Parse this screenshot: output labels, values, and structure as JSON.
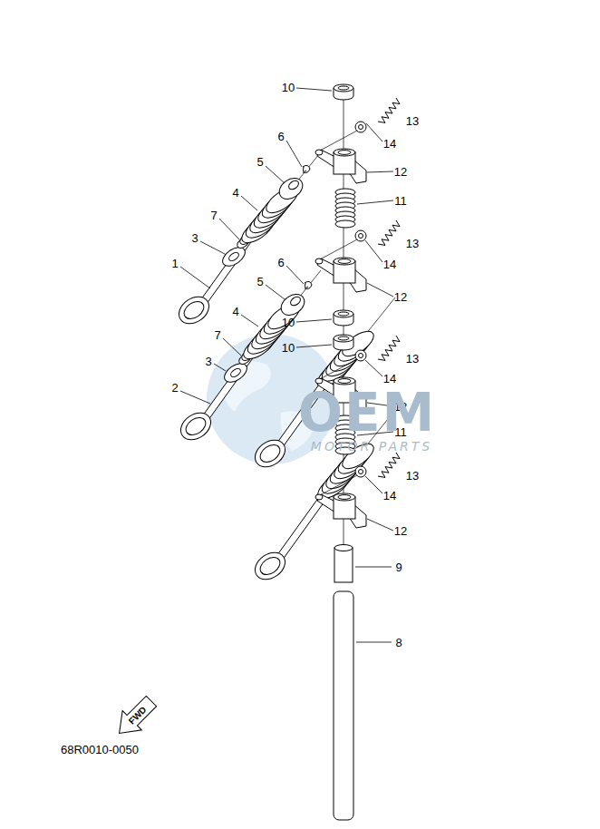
{
  "diagram": {
    "labels": [
      "10",
      "13",
      "14",
      "6",
      "5",
      "12",
      "4",
      "11",
      "7",
      "13",
      "3",
      "14",
      "1",
      "6",
      "5",
      "12",
      "4",
      "10",
      "10",
      "13",
      "7",
      "14",
      "3",
      "2",
      "12",
      "11",
      "13",
      "14",
      "12",
      "9",
      "8",
      "FWD",
      "68R0010-0050",
      "OEM",
      "MOTOR PARTS"
    ]
  }
}
